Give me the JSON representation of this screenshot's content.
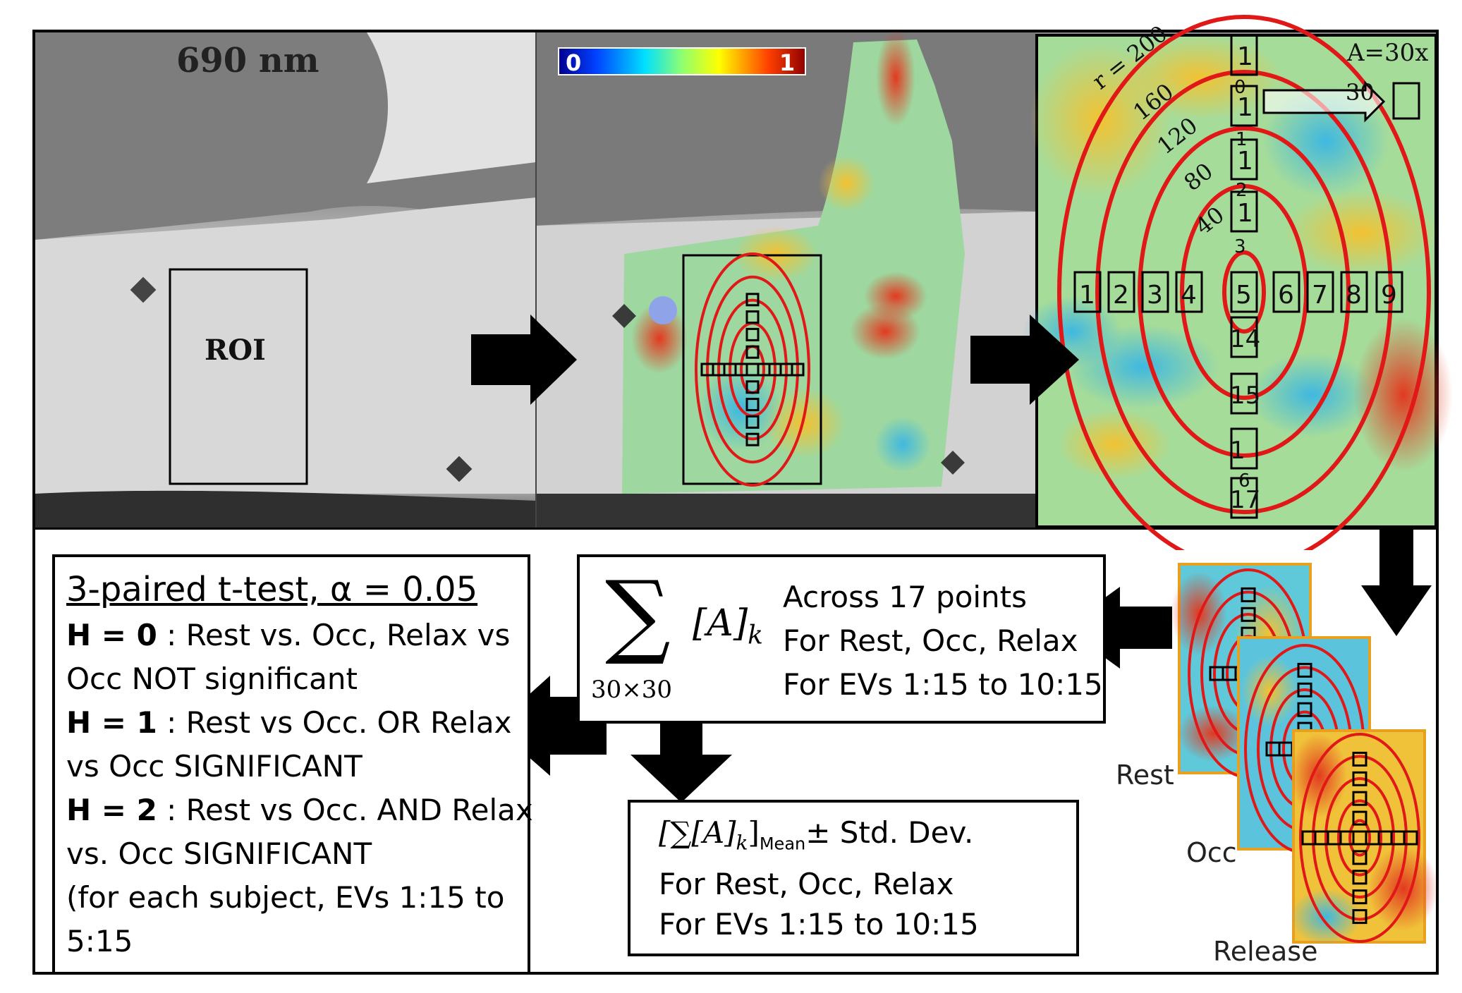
{
  "panel1": {
    "wavelength": "690 nm",
    "roi": "ROI"
  },
  "colorbar": {
    "min": "0",
    "max": "1"
  },
  "panel3": {
    "amplification": "A=30x",
    "radius_label": "r = 200",
    "radii": [
      "160",
      "120",
      "80",
      "40"
    ],
    "arrow_label": "30",
    "horizontal_points": [
      "1",
      "2",
      "3",
      "4",
      "5",
      "6",
      "7",
      "8",
      "9"
    ],
    "vertical_points_top": [
      "1",
      "1",
      "1",
      "1"
    ],
    "vertical_points_bottom": [
      "14",
      "15",
      "1",
      "17"
    ],
    "vertical_overlay_numbers": [
      "0",
      "1",
      "2",
      "3",
      "6"
    ]
  },
  "ttest": {
    "title": "3-paired t-test, α = 0.05",
    "lines": [
      {
        "bold": "H = 0",
        "text": " :  Rest vs. Occ, Relax vs"
      },
      {
        "bold": "",
        "text": "Occ NOT significant"
      },
      {
        "bold": "H = 1",
        "text": " :   Rest vs Occ. OR Relax"
      },
      {
        "bold": "",
        "text": "vs Occ SIGNIFICANT"
      },
      {
        "bold": "H = 2",
        "text": " : Rest vs Occ. AND Relax"
      },
      {
        "bold": "",
        "text": "vs. Occ SIGNIFICANT"
      },
      {
        "bold": "",
        "text": "(for each subject, EVs 1:15 to"
      },
      {
        "bold": "",
        "text": "5:15"
      }
    ]
  },
  "sumbox": {
    "sum_subscript": "30×30",
    "term": "[A]",
    "term_sub": "k",
    "lines": [
      "Across 17 points",
      "For Rest, Occ, Relax",
      "For EVs 1:15 to 10:15"
    ]
  },
  "meanbox": {
    "formula_main": "[∑[A]",
    "formula_k": "k",
    "formula_close": "]",
    "formula_sub": "Mean",
    "formula_tail": "± Std. Dev.",
    "lines": [
      "For Rest, Occ, Relax",
      "For EVs 1:15 to 10:15"
    ]
  },
  "stack_labels": {
    "rest": "Rest",
    "occ": "Occ",
    "release": "Release"
  },
  "colors": {
    "ring": "#e01818",
    "heat_mid": "#9fd89a",
    "heat_hot": "#e8482a",
    "heat_warm": "#f3c23d",
    "heat_cool": "#5ac3d8"
  }
}
